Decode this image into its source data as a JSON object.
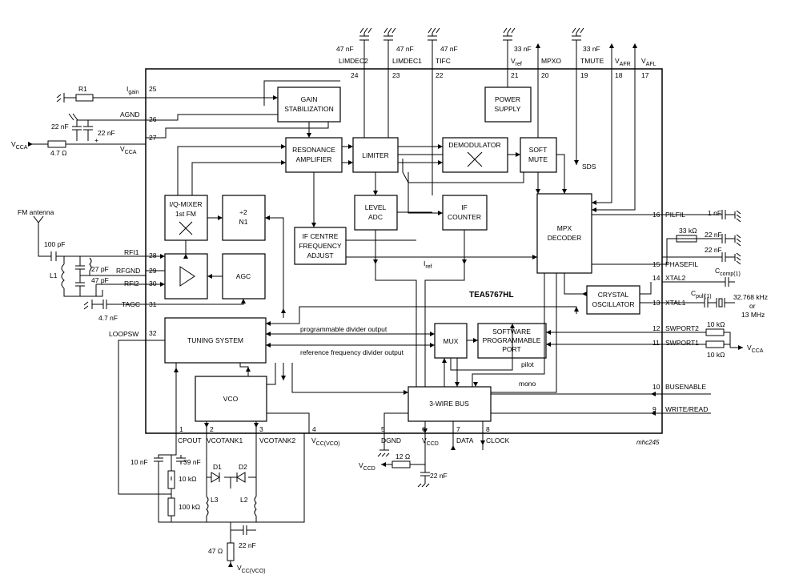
{
  "chip_name": "TEA5767HL",
  "figure_code": "mhc245",
  "blocks": {
    "gain_stab": [
      "GAIN",
      "STABILIZATION"
    ],
    "power_supply": [
      "POWER",
      "SUPPLY"
    ],
    "resonance_amp": [
      "RESONANCE",
      "AMPLIFIER"
    ],
    "limiter": "LIMITER",
    "demodulator": "DEMODULATOR",
    "soft_mute": [
      "SOFT",
      "MUTE"
    ],
    "iq_mixer": [
      "I/Q-MIXER",
      "1st FM"
    ],
    "div2": [
      "÷2",
      "N1"
    ],
    "level_adc": [
      "LEVEL",
      "ADC"
    ],
    "if_counter": [
      "IF",
      "COUNTER"
    ],
    "mpx_decoder": [
      "MPX",
      "DECODER"
    ],
    "if_centre": [
      "IF CENTRE",
      "FREQUENCY",
      "ADJUST"
    ],
    "agc": "AGC",
    "crystal_osc": [
      "CRYSTAL",
      "OSCILLATOR"
    ],
    "tuning_system": "TUNING SYSTEM",
    "mux": "MUX",
    "software_port": [
      "SOFTWARE",
      "PROGRAMMABLE",
      "PORT"
    ],
    "vco": "VCO",
    "three_wire_bus": "3-WIRE BUS"
  },
  "pins": {
    "p1": "1",
    "p2": "2",
    "p3": "3",
    "p4": "4",
    "p5": "5",
    "p6": "6",
    "p7": "7",
    "p8": "8",
    "p9": "9",
    "p10": "10",
    "p11": "11",
    "p12": "12",
    "p13": "13",
    "p14": "14",
    "p15": "15",
    "p16": "16",
    "p17": "17",
    "p18": "18",
    "p19": "19",
    "p20": "20",
    "p21": "21",
    "p22": "22",
    "p23": "23",
    "p24": "24",
    "p25": "25",
    "p26": "26",
    "p27": "27",
    "p28": "28",
    "p29": "29",
    "p30": "30",
    "p31": "31",
    "p32": "32"
  },
  "pin_names": {
    "limdec2": "LIMDEC2",
    "limdec1": "LIMDEC1",
    "tifc": "TIFC",
    "vref": "V",
    "vref_sub": "ref",
    "mpxo": "MPXO",
    "tmute": "TMUTE",
    "vafr": "V",
    "vafr_sub": "AFR",
    "vafl": "V",
    "vafl_sub": "AFL",
    "igain": "I",
    "igain_sub": "gain",
    "agnd": "AGND",
    "vcca_in": "V",
    "vcca_in_sub": "CCA",
    "rfi1": "RFI1",
    "rfgnd": "RFGND",
    "rfi2": "RFI2",
    "tagc": "TAGC",
    "loopsw": "LOOPSW",
    "cpout": "CPOUT",
    "vcotank1": "VCOTANK1",
    "vcotank2": "VCOTANK2",
    "vccvco": "V",
    "vccvco_sub": "CC(VCO)",
    "dgnd": "DGND",
    "vccd": "V",
    "vccd_sub": "CCD",
    "data": "DATA",
    "clock": "CLOCK",
    "pilfil": "PILFIL",
    "phasefil": "PHASEFIL",
    "xtal2": "XTAL2",
    "xtal1": "XTAL1",
    "swport2": "SWPORT2",
    "swport1": "SWPORT1",
    "busenable": "BUSENABLE",
    "writeread": "WRITE/READ",
    "sds": "SDS",
    "iref": "I",
    "iref_sub": "ref",
    "pilot": "pilot",
    "mono": "mono"
  },
  "signal_labels": {
    "prog_div": "programmable divider output",
    "ref_div": "reference frequency divider output"
  },
  "components": {
    "c_limdec2": "47 nF",
    "c_limdec1": "47 nF",
    "c_tifc": "47 nF",
    "c_vref": "33 nF",
    "c_tmute": "33 nF",
    "r1": "R1",
    "c_agnd1": "22 nF",
    "c_agnd2": "22 nF",
    "r_vcca": "4.7 Ω",
    "vcca": "V",
    "vcca_sub": "CCA",
    "fm_antenna": "FM antenna",
    "c_ant": "100 pF",
    "l1": "L1",
    "c_27": "27 pF",
    "c_47": "47 pF",
    "c_tagc": "4.7 nF",
    "c_pilfil": "1 nF",
    "r_phase": "33 kΩ",
    "c_phase1": "22 nF",
    "c_phase2": "22 nF",
    "ccomp": "C",
    "ccomp_sub": "comp(1)",
    "cpull": "C",
    "cpull_sub": "pull(1)",
    "xtal_freq1": "32.768 kHz",
    "xtal_freq2": "or",
    "xtal_freq3": "13 MHz",
    "r_sw2": "10 kΩ",
    "r_sw1": "10 kΩ",
    "vcca_r": "V",
    "vcca_r_sub": "CCA",
    "c_10n": "10 nF",
    "c_39p": "39 nF",
    "r_10k": "10 kΩ",
    "r_100k": "100 kΩ",
    "d1": "D1",
    "d2": "D2",
    "l3": "L3",
    "l2": "L2",
    "r_47": "47 Ω",
    "c_22n_vco": "22 nF",
    "vcc_vco": "V",
    "vcc_vco_sub": "CC(VCO)",
    "vccd_in": "V",
    "vccd_in_sub": "CCD",
    "r_12": "12 Ω",
    "c_22n_d": "22 nF"
  }
}
